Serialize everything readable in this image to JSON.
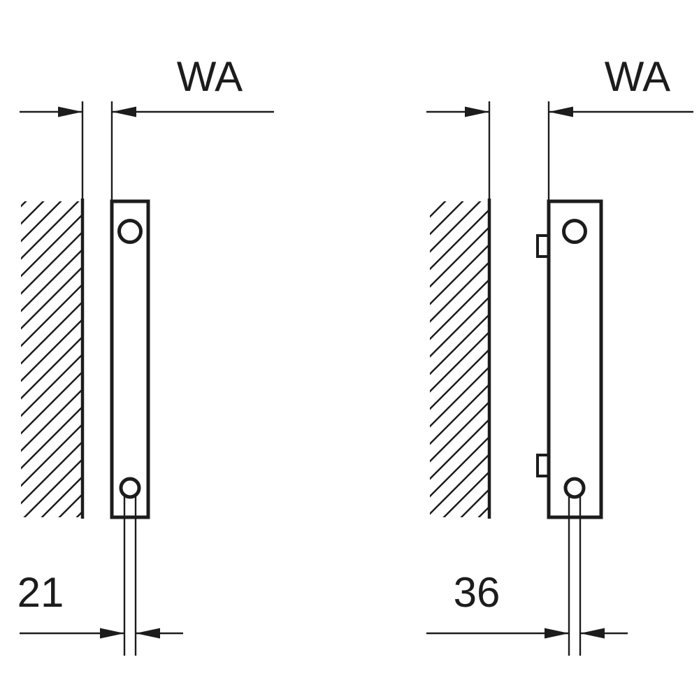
{
  "diagram": {
    "type": "technical-dimension-drawing",
    "line_color": "#1c1c1c",
    "background_color": "#ffffff",
    "figures": [
      {
        "id": "left",
        "top_dimension_label": "WA",
        "bottom_dimension_label": "21"
      },
      {
        "id": "right",
        "top_dimension_label": "WA",
        "bottom_dimension_label": "36"
      }
    ]
  }
}
